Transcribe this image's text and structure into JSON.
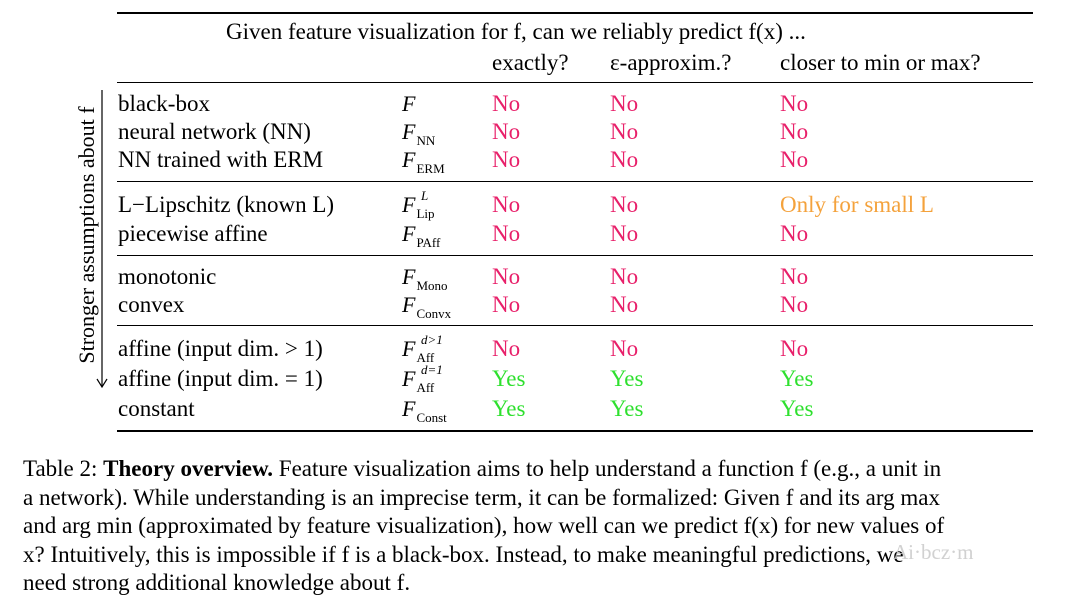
{
  "header": {
    "title": "Given feature visualization for f, can we reliably predict f(x) ...",
    "col_exact": "exactly?",
    "col_approx": "ε-approxim.?",
    "col_minmax": "closer to min or max?"
  },
  "side_label": "Stronger assumptions about f",
  "rows": [
    {
      "label": "black-box",
      "sym": "F",
      "sub": "",
      "sup": "",
      "exact": "No",
      "approx": "No",
      "minmax": "No"
    },
    {
      "label": "neural network (NN)",
      "sym": "F",
      "sub": "NN",
      "sup": "",
      "exact": "No",
      "approx": "No",
      "minmax": "No"
    },
    {
      "label": "NN trained with ERM",
      "sym": "F",
      "sub": "ERM",
      "sup": "",
      "exact": "No",
      "approx": "No",
      "minmax": "No"
    },
    {
      "label": "L−Lipschitz (known L)",
      "sym": "F",
      "sub": "Lip",
      "sup": "L",
      "exact": "No",
      "approx": "No",
      "minmax": "Only for small L"
    },
    {
      "label": "piecewise affine",
      "sym": "F",
      "sub": "PAff",
      "sup": "",
      "exact": "No",
      "approx": "No",
      "minmax": "No"
    },
    {
      "label": "monotonic",
      "sym": "F",
      "sub": "Mono",
      "sup": "",
      "exact": "No",
      "approx": "No",
      "minmax": "No"
    },
    {
      "label": "convex",
      "sym": "F",
      "sub": "Convx",
      "sup": "",
      "exact": "No",
      "approx": "No",
      "minmax": "No"
    },
    {
      "label": "affine (input dim. > 1)",
      "sym": "F",
      "sub": "Aff",
      "sup": "d>1",
      "exact": "No",
      "approx": "No",
      "minmax": "No"
    },
    {
      "label": "affine (input dim. = 1)",
      "sym": "F",
      "sub": "Aff",
      "sup": "d=1",
      "exact": "Yes",
      "approx": "Yes",
      "minmax": "Yes"
    },
    {
      "label": "constant",
      "sym": "F",
      "sub": "Const",
      "sup": "",
      "exact": "Yes",
      "approx": "Yes",
      "minmax": "Yes"
    }
  ],
  "caption": {
    "prefix": "Table 2:",
    "bold": "Theory overview.",
    "line1": "Feature visualization aims to help understand a function f (e.g., a unit in",
    "line2": "a network). While understanding is an imprecise term, it can be formalized: Given f and its arg max",
    "line3": "and arg min (approximated by feature visualization), how well can we predict f(x) for new values of",
    "line4": "x? Intuitively, this is impossible if f is a black-box. Instead, to make meaningful predictions, we",
    "line5": "need strong additional knowledge about f."
  },
  "colors": {
    "no": "#e8206a",
    "yes": "#2ee02e",
    "only_small": "#f4a23c"
  }
}
